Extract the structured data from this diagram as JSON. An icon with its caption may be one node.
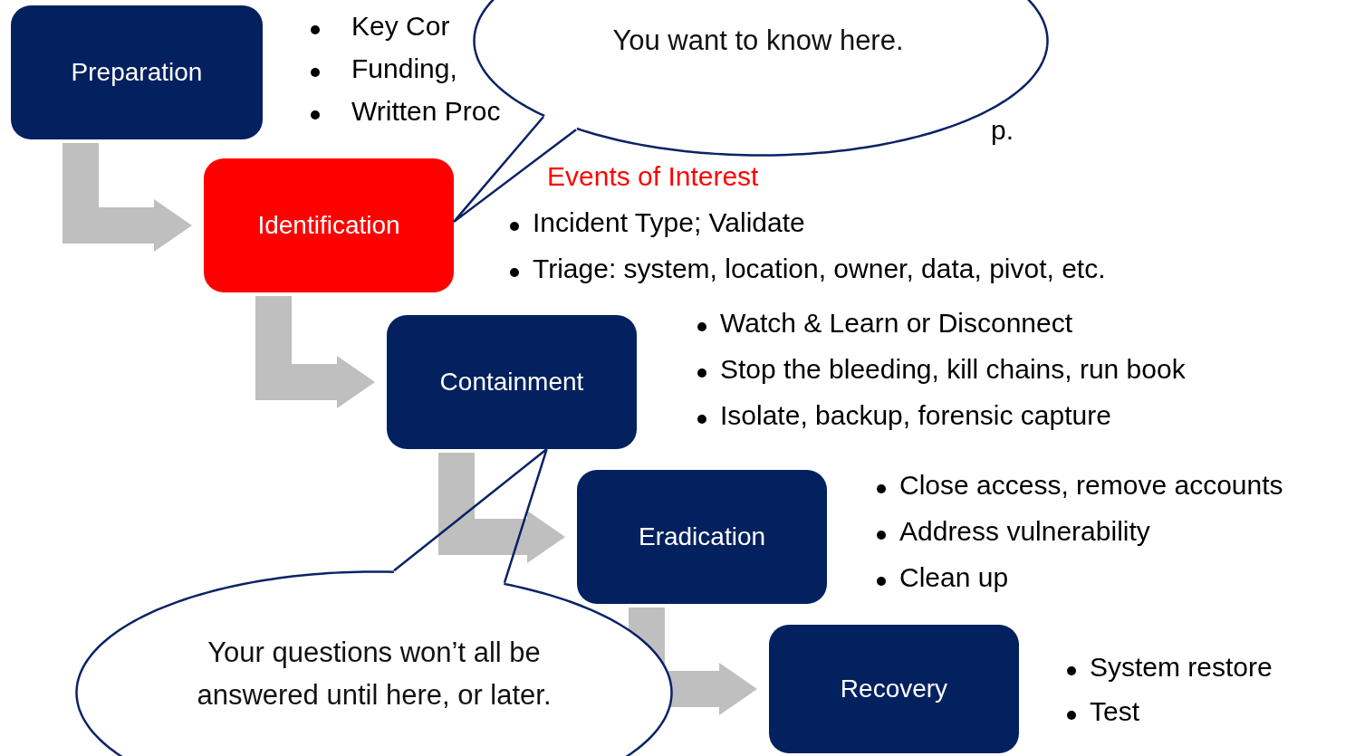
{
  "diagram": {
    "nodes": [
      {
        "text": [
          "Preparation"
        ]
      },
      {
        "text": [
          "Identification"
        ],
        "beside": [
          "Events of Interest",
          "Incident Type; Validate",
          "Triage: system, location, owner, data, pivot, etc."
        ]
      },
      {
        "text": [
          "Containment"
        ],
        "beside": [
          "Watch & Learn or Disconnect",
          "Stop the bleeding, kill chains, run book",
          "Isolate, backup, forensic capture"
        ]
      },
      {
        "text": [
          "Eradication"
        ],
        "beside": [
          "Close access, remove accounts",
          "Address vulnerability",
          "Clean up"
        ]
      },
      {
        "text": [
          "Recovery"
        ],
        "beside": [
          "System restore",
          "Test"
        ]
      },
      {
        "text": [
          "You want to know here."
        ]
      },
      {
        "text": [
          "Your questions won’t all be answered until here, or later."
        ]
      }
    ],
    "edges": [
      {
        "from": 0,
        "to": 1,
        "arrow": "to",
        "style": "thick",
        "color": "#bfbfbf"
      },
      {
        "from": 1,
        "to": 2,
        "arrow": "to",
        "style": "thick",
        "color": "#bfbfbf"
      },
      {
        "from": 2,
        "to": 3,
        "arrow": "to",
        "style": "thick",
        "color": "#bfbfbf"
      },
      {
        "from": 3,
        "to": 4,
        "arrow": "to",
        "style": "thick",
        "color": "#bfbfbf"
      },
      {
        "from": 5,
        "to": 1,
        "arrow": "none"
      },
      {
        "from": 6,
        "to": 2,
        "arrow": "none"
      }
    ],
    "labels": [
      "Key Cor",
      "Funding,",
      "Written Proc",
      "p."
    ]
  }
}
